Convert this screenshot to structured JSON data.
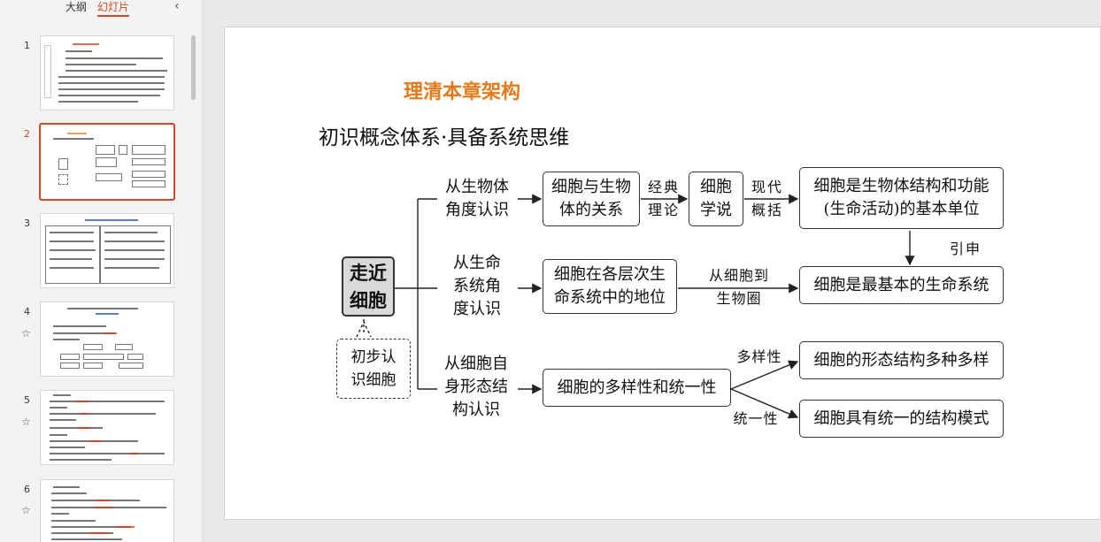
{
  "panel": {
    "tab_outline": "大纲",
    "tab_slides": "幻灯片",
    "collapse_icon": "‹",
    "star_icon": "☆",
    "slides": [
      {
        "num": "1"
      },
      {
        "num": "2"
      },
      {
        "num": "3"
      },
      {
        "num": "4"
      },
      {
        "num": "5"
      },
      {
        "num": "6"
      }
    ]
  },
  "slide": {
    "title": "理清本章架构",
    "subtitle": "初识概念体系·具备系统思维",
    "nodes": {
      "root": "走近\n细胞",
      "intro": "初步认\n识细胞",
      "branch1": "从生物体\n角度认识",
      "branch2": "从生命\n系统角\n度认识",
      "branch3": "从细胞自\n身形态结\n构认识",
      "n_cell_org": "细胞与生物\n体的关系",
      "n_theory": "细胞\n学说",
      "n_basic_unit": "细胞是生物体结构和功能\n(生命活动)的基本单位",
      "n_levels": "细胞在各层次生\n命系统中的地位",
      "n_basic_system": "细胞是最基本的生命系统",
      "n_div_unity": "细胞的多样性和统一性",
      "n_diverse": "细胞的形态结构多种多样",
      "n_common": "细胞具有统一的结构模式"
    },
    "labels": {
      "classic": "经典\n理论",
      "modern": "现代\n概括",
      "extend": "引申",
      "cell_to_biosphere": "从细胞到\n生物圈",
      "diversity": "多样性",
      "unity": "统一性"
    }
  }
}
